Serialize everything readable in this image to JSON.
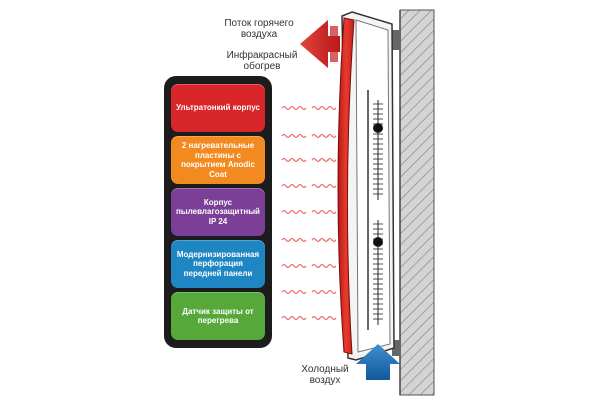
{
  "labels": {
    "hot_air_line1": "Поток горячего",
    "hot_air_line2": "воздуха",
    "infrared_line1": "Инфракрасный",
    "infrared_line2": "обогрев",
    "cold_air_line1": "Холодный",
    "cold_air_line2": "воздух"
  },
  "features": [
    {
      "text": "Ультратонкий корпус",
      "color": "#d8262b"
    },
    {
      "text": "2 нагревательные пластины с покрытием Anodic Coat",
      "color": "#f28a1f"
    },
    {
      "text": "Корпус пылевлагозащитный IP 24",
      "color": "#7b3f97"
    },
    {
      "text": "Модернизированная перфорация передней панели",
      "color": "#1f86c4"
    },
    {
      "text": "Датчик защиты от перегрева",
      "color": "#56a83a"
    }
  ],
  "colors": {
    "hot_arrow": "#d42a25",
    "cold_arrow": "#1a6fb4",
    "heater_red": "#d8261f",
    "waves": "#ee6b6b",
    "wall": "#c9c9c9"
  }
}
